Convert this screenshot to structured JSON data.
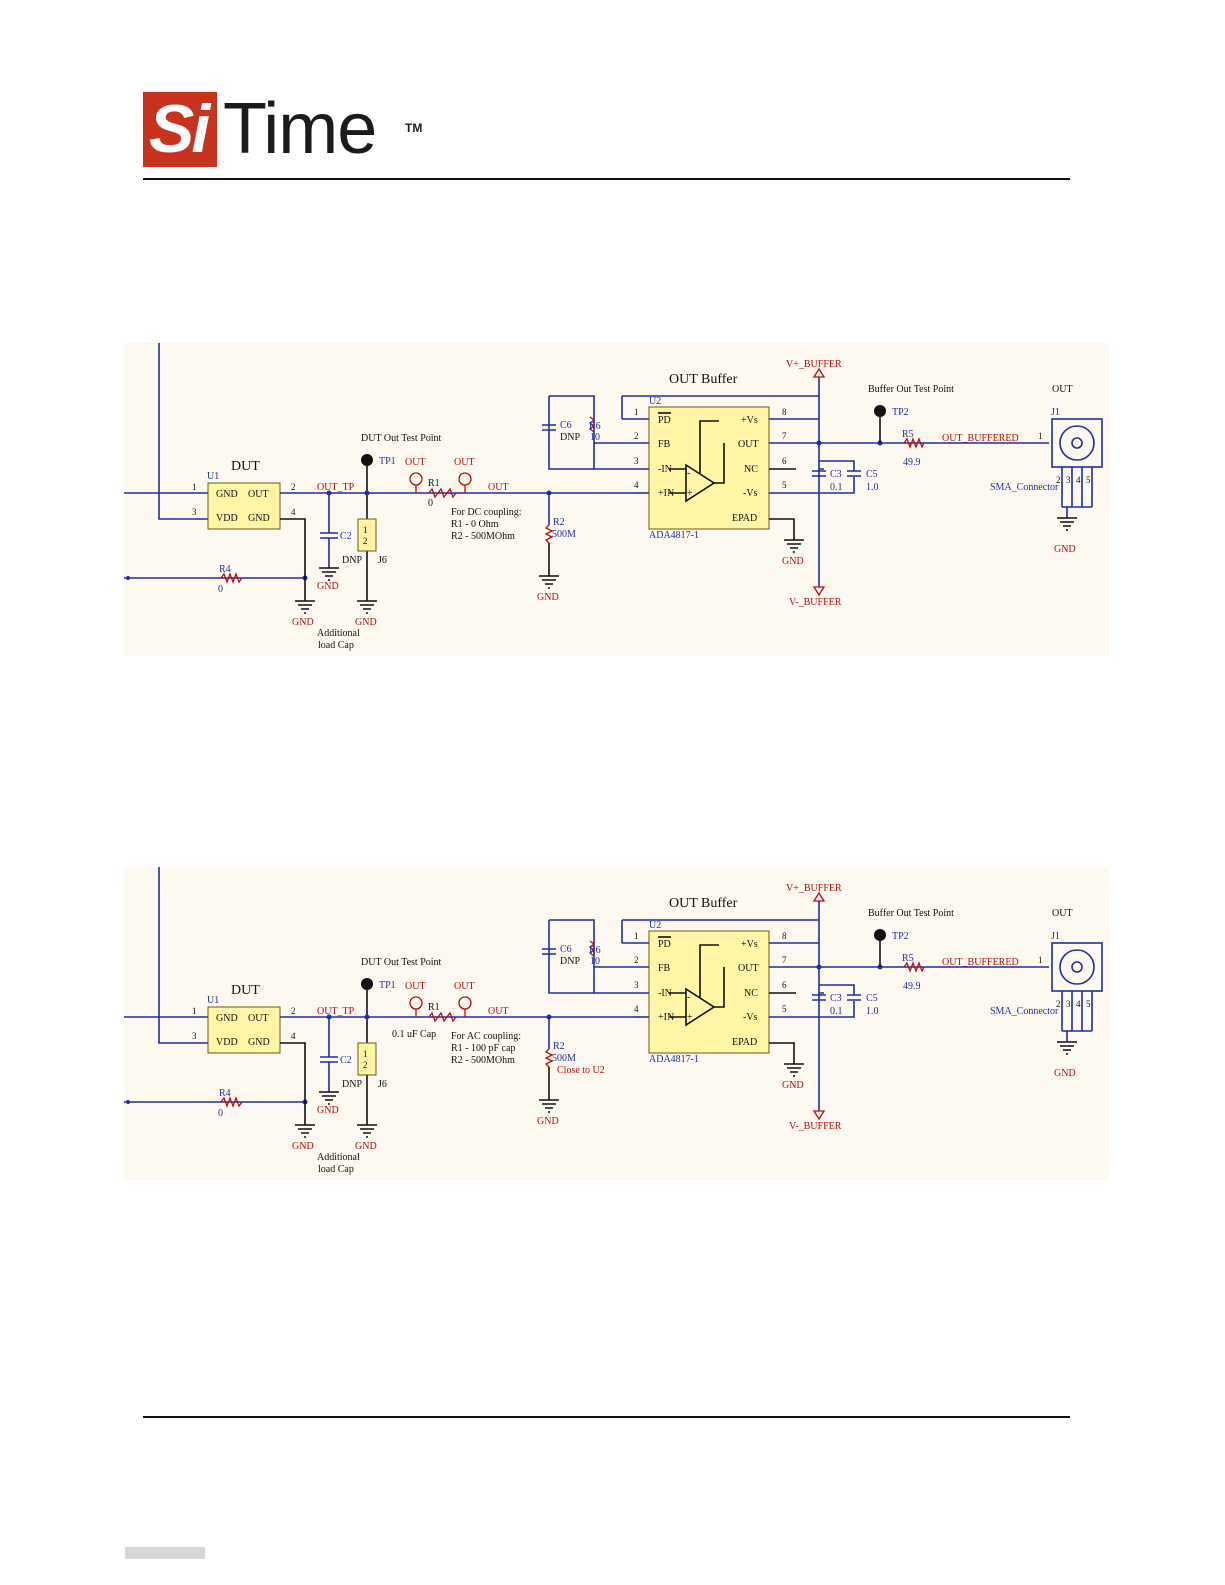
{
  "logo": {
    "si": "Si",
    "time": "Time",
    "tm": "TM"
  },
  "colors": {
    "wire": "#1f2fa0",
    "accent": "#c8331f",
    "chip": "#fff6a6",
    "label_red": "#b01010"
  },
  "schematics": [
    {
      "dut_title": "DUT",
      "u1_ref": "U1",
      "u1_pin_gnd": "GND",
      "u1_pin_out": "OUT",
      "u1_pin_vdd": "VDD",
      "u1_pin_gnd2": "GND",
      "pin_1": "1",
      "pin_2": "2",
      "pin_3": "3",
      "pin_4": "4",
      "net_out_tp": "OUT_TP",
      "tp1_caption": "DUT Out Test Point",
      "tp1_ref": "TP1",
      "out_flag_1": "OUT",
      "out_flag_2": "OUT",
      "out_net": "OUT",
      "r1_ref": "R1",
      "r1_value": "0",
      "coupling_note_1": "For DC coupling:",
      "coupling_note_2": "R1 - 0 Ohm",
      "coupling_note_3": "R2 - 500MOhm",
      "r1_cap_note": "",
      "close_note": "",
      "r2_ref": "R2",
      "r2_value": "500M",
      "c2_ref": "C2",
      "c2_dnp": "DNP",
      "j6_ref": "J6",
      "j6_pin_2": "2",
      "j6_pin_1": "1",
      "r4_ref": "R4",
      "r4_value": "0",
      "gnd": "GND",
      "load_cap_1": "Additional",
      "load_cap_2": "load Cap",
      "buffer_title": "OUT Buffer",
      "u2_ref": "U2",
      "u2_pd": "PD",
      "u2_fb": "FB",
      "u2_inn": "-IN",
      "u2_inp": "+IN",
      "u2_vsp": "+Vs",
      "u2_out": "OUT",
      "u2_nc": "NC",
      "u2_vsn": "-Vs",
      "u2_epad": "EPAD",
      "u2_part": "ADA4817-1",
      "u2_pins": [
        "1",
        "2",
        "3",
        "4",
        "8",
        "7",
        "6",
        "5"
      ],
      "c6_ref": "C6",
      "c6_dnp": "DNP",
      "r6_ref": "R6",
      "r6_value": "10",
      "vplus": "V+_BUFFER",
      "vminus": "V-_BUFFER",
      "c3_ref": "C3",
      "c3_value": "0.1",
      "c5_ref": "C5",
      "c5_value": "1.0",
      "tp2_caption": "Buffer Out Test Point",
      "tp2_ref": "TP2",
      "r5_ref": "R5",
      "r5_value": "49.9",
      "net_out_buffered": "OUT_BUFFERED",
      "j1_title": "OUT",
      "j1_ref": "J1",
      "j1_pin_1": "1",
      "j1_pins": [
        "2",
        "3",
        "4",
        "5"
      ],
      "j1_name": "SMA_Connector"
    },
    {
      "dut_title": "DUT",
      "u1_ref": "U1",
      "u1_pin_gnd": "GND",
      "u1_pin_out": "OUT",
      "u1_pin_vdd": "VDD",
      "u1_pin_gnd2": "GND",
      "pin_1": "1",
      "pin_2": "2",
      "pin_3": "3",
      "pin_4": "4",
      "net_out_tp": "OUT_TP",
      "tp1_caption": "DUT Out Test Point",
      "tp1_ref": "TP1",
      "out_flag_1": "OUT",
      "out_flag_2": "OUT",
      "out_net": "OUT",
      "r1_ref": "R1",
      "r1_value": "",
      "coupling_note_1": "For AC coupling:",
      "coupling_note_2": "R1 - 100 pF cap",
      "coupling_note_3": "R2 - 500MOhm",
      "r1_cap_note": "0.1 uF Cap",
      "close_note": "Close to U2",
      "r2_ref": "R2",
      "r2_value": "500M",
      "c2_ref": "C2",
      "c2_dnp": "DNP",
      "j6_ref": "J6",
      "j6_pin_2": "2",
      "j6_pin_1": "1",
      "r4_ref": "R4",
      "r4_value": "0",
      "gnd": "GND",
      "load_cap_1": "Additional",
      "load_cap_2": "load Cap",
      "buffer_title": "OUT Buffer",
      "u2_ref": "U2",
      "u2_pd": "PD",
      "u2_fb": "FB",
      "u2_inn": "-IN",
      "u2_inp": "+IN",
      "u2_vsp": "+Vs",
      "u2_out": "OUT",
      "u2_nc": "NC",
      "u2_vsn": "-Vs",
      "u2_epad": "EPAD",
      "u2_part": "ADA4817-1",
      "u2_pins": [
        "1",
        "2",
        "3",
        "4",
        "8",
        "7",
        "6",
        "5"
      ],
      "c6_ref": "C6",
      "c6_dnp": "DNP",
      "r6_ref": "R6",
      "r6_value": "10",
      "vplus": "V+_BUFFER",
      "vminus": "V-_BUFFER",
      "c3_ref": "C3",
      "c3_value": "0.1",
      "c5_ref": "C5",
      "c5_value": "1.0",
      "tp2_caption": "Buffer Out Test Point",
      "tp2_ref": "TP2",
      "r5_ref": "R5",
      "r5_value": "49.9",
      "net_out_buffered": "OUT_BUFFERED",
      "j1_title": "OUT",
      "j1_ref": "J1",
      "j1_pin_1": "1",
      "j1_pins": [
        "2",
        "3",
        "4",
        "5"
      ],
      "j1_name": "SMA_Connector"
    }
  ]
}
